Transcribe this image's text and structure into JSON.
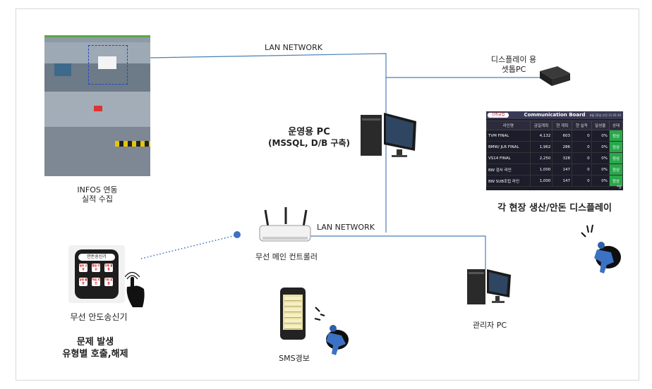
{
  "nodes": {
    "lan_top": "LAN NETWORK",
    "lan_mid": "LAN NETWORK",
    "settop_line1": "디스플레이 용",
    "settop_line2": "셋톱PC",
    "ops_pc_line1": "운영용 PC",
    "ops_pc_line2": "(MSSQL, D/B 구축)",
    "infos_line1": "INFOS 연동",
    "infos_line2": "실적 수집",
    "wireless_controller": "무선 메인 컨트롤러",
    "wireless_sender": "무선 안도송신기",
    "problem_line1": "문제 발생",
    "problem_line2": "유형별 호출,해제",
    "sms": "SMS경보",
    "admin_pc": "관리자 PC",
    "display_caption": "각 현장 생산/안돈 디스플레이"
  },
  "remote": {
    "title": "안돈송신기",
    "buttons": [
      "설비 고장",
      "품질 이상",
      "자재 결품",
      "공정 불량",
      "작업 지연",
      "기타 호출"
    ]
  },
  "board": {
    "logo": "신라공업",
    "title": "Communication Board",
    "date": "8월 20일 오전 11:45:30",
    "headers": [
      "라인명",
      "금일계획",
      "현 계획",
      "현 실적",
      "달성율",
      "상태"
    ],
    "rows": [
      [
        "TVM FINAL",
        "4,132",
        "603",
        "0",
        "0%",
        "정상"
      ],
      [
        "BMW/ JLR FINAL",
        "1,962",
        "286",
        "0",
        "0%",
        "정상"
      ],
      [
        "VS14 FINAL",
        "2,250",
        "328",
        "0",
        "0%",
        "정상"
      ],
      [
        "BW 검사 라인",
        "1,000",
        "147",
        "0",
        "0%",
        "정상"
      ],
      [
        "BW SUB조립 라인",
        "1,000",
        "147",
        "0",
        "0%",
        "정상"
      ]
    ],
    "more": "*당"
  },
  "colors": {
    "network_line": "#4a7fb5",
    "wireless_dot": "#3c72c4",
    "status_ok": "#29a84a"
  }
}
